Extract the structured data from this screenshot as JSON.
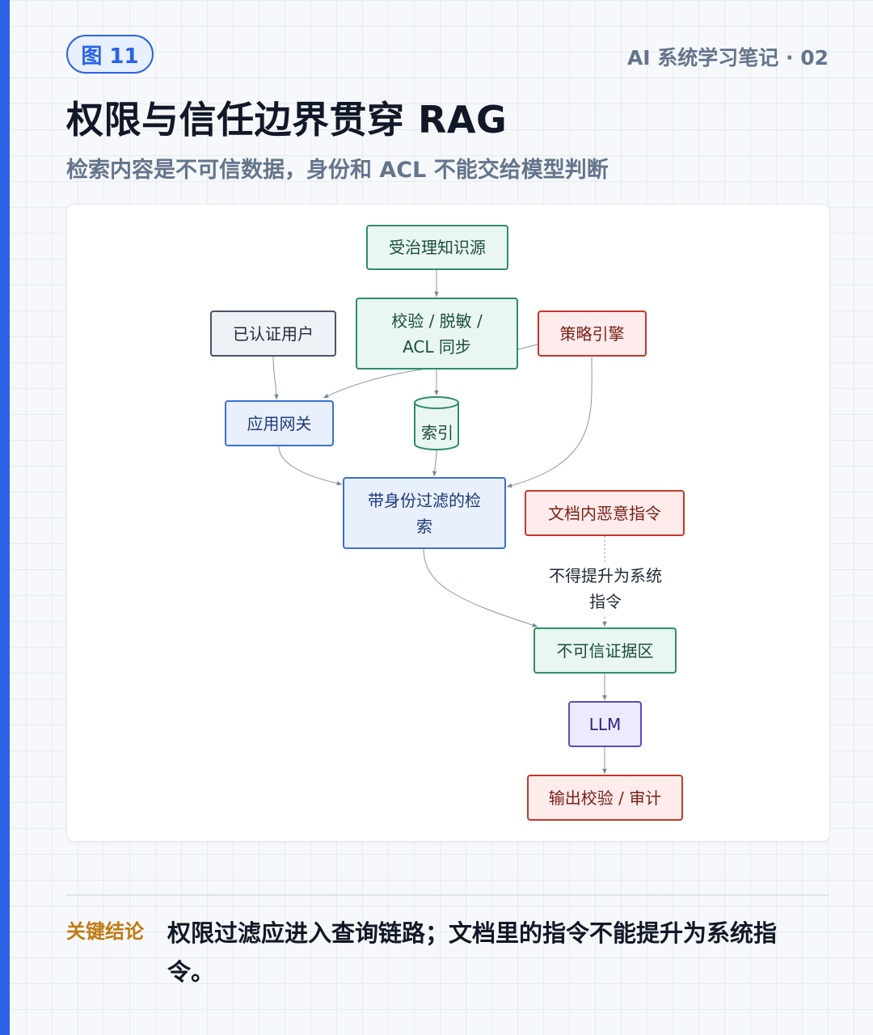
{
  "header": {
    "figure_badge": "图 11",
    "series": "AI 系统学习笔记 · 02",
    "title": "权限与信任边界贯穿 RAG",
    "subtitle": "检索内容是不可信数据，身份和 ACL 不能交给模型判断"
  },
  "diagram": {
    "nodes": {
      "knowledge_source": "受治理知识源",
      "validate_sync_line1": "校验 / 脱敏 /",
      "validate_sync_line2": "ACL 同步",
      "authenticated_user": "已认证用户",
      "policy_engine": "策略引擎",
      "app_gateway": "应用网关",
      "index": "索引",
      "identity_retrieval_line1": "带身份过滤的检",
      "identity_retrieval_line2": "索",
      "malicious_instruction": "文档内恶意指令",
      "untrusted_evidence": "不可信证据区",
      "llm": "LLM",
      "output_audit": "输出校验 / 审计"
    },
    "edge_labels": {
      "no_escalation_line1": "不得提升为系统",
      "no_escalation_line2": "指令"
    },
    "colors": {
      "green": "#2f8c6e",
      "red": "#c0392b",
      "gray": "#4a5568",
      "blue": "#3b6fd4",
      "purple": "#5b4bc4",
      "edge": "#8a94a6"
    }
  },
  "footer": {
    "key_label": "关键结论",
    "key_text": "权限过滤应进入查询链路；文档里的指令不能提升为系统指令。"
  }
}
